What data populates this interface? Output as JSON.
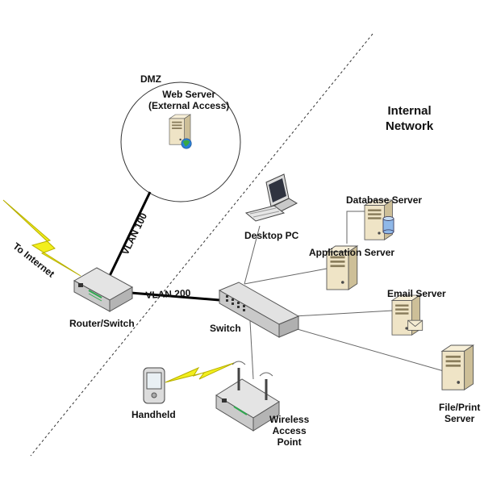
{
  "zones": {
    "dmz": "DMZ",
    "internal": "Internal\nNetwork"
  },
  "links": {
    "vlan100": "VLAN 100",
    "vlan200": "VLAN 200",
    "internet": "To Internet"
  },
  "devices": {
    "web_server": "Web Server\n(External Access)",
    "desktop_pc": "Desktop PC",
    "database_server": "Database Server",
    "application_server": "Application Server",
    "email_server": "Email Server",
    "file_print_server": "File/Print\nServer",
    "router_switch": "Router/Switch",
    "switch": "Switch",
    "handheld": "Handheld",
    "wireless_ap": "Wireless\nAccess\nPoint"
  },
  "colors": {
    "server_body": "#efe4c6",
    "server_side": "#cdbf98",
    "device_gray": "#d9d9d9",
    "lightning": "#f2ef1c",
    "globe": "#2a7fd6",
    "db_cylinder": "#8fb8e8",
    "led_green": "#2fa84f"
  }
}
